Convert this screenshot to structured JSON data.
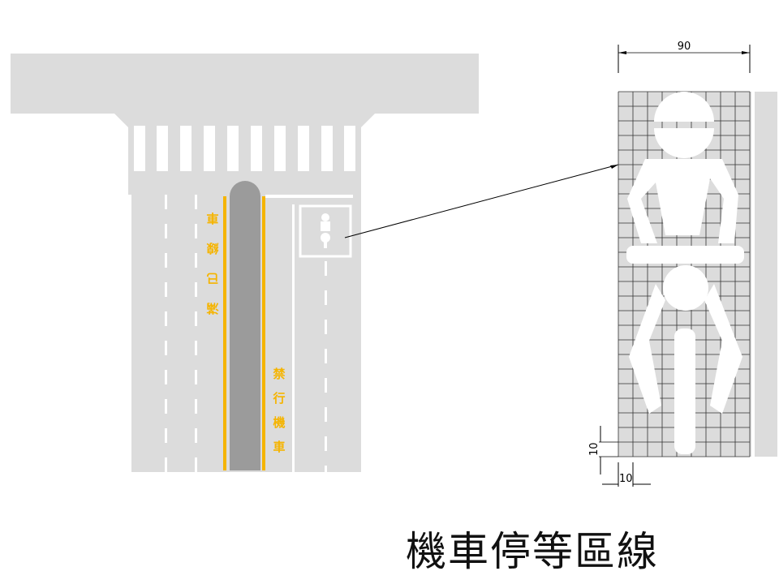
{
  "title": "機車停等區線",
  "road": {
    "left_marking": [
      "車",
      "線",
      "已",
      "滿"
    ],
    "right_marking": [
      "禁",
      "行",
      "機",
      "車"
    ]
  },
  "detail": {
    "width_label": "90",
    "cell_height_label": "10",
    "cell_width_label": "10"
  },
  "colors": {
    "road": "#dcdcdc",
    "median": "#9b9b9b",
    "yellow": "#f5b400",
    "white": "#ffffff",
    "grid": "#333333"
  }
}
